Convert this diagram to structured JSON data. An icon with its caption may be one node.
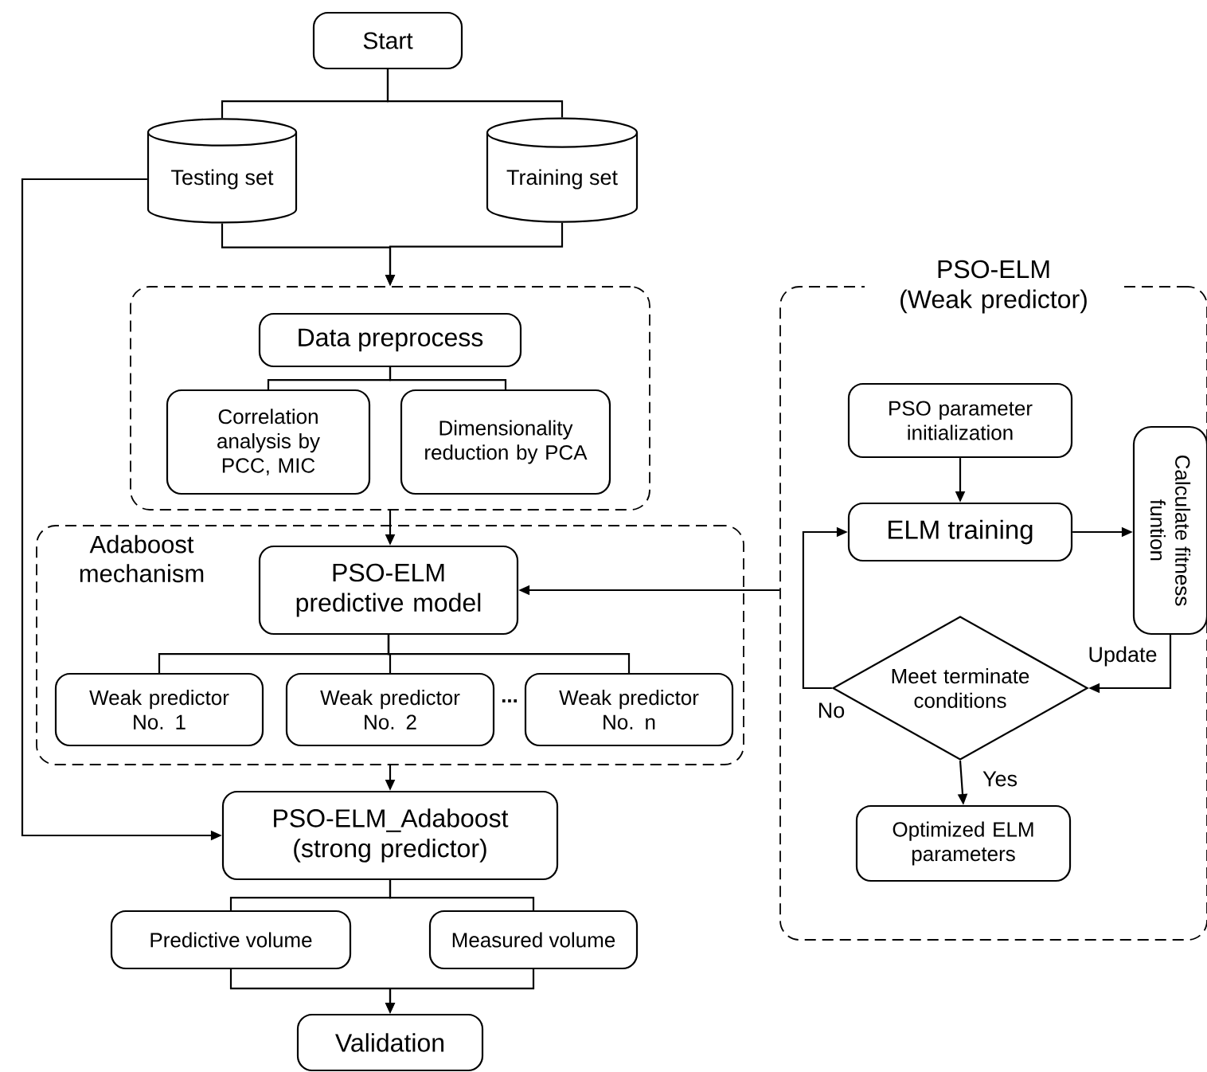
{
  "diagram": {
    "nodes": [
      {
        "text": [
          "Start"
        ]
      },
      {
        "text": [
          "Testing set"
        ]
      },
      {
        "text": [
          "Training set"
        ]
      },
      {
        "text": [],
        "shape": "box"
      },
      {
        "text": [
          "Data preprocess"
        ],
        "in": 3
      },
      {
        "text": [
          "Correlation analysis by PCC, MIC"
        ],
        "in": 3
      },
      {
        "text": [
          "Dimensionality reduction by PCA"
        ],
        "in": 3
      },
      {
        "text": [
          "Adaboost mechanism"
        ]
      },
      {
        "text": [
          "PSO-ELM predictive model"
        ],
        "in": 7
      },
      {
        "text": [
          "Weak predictor No. 1"
        ],
        "in": 7
      },
      {
        "text": [
          "Weak predictor No. 2"
        ],
        "in": 7
      },
      {
        "text": [
          "Weak predictor No. n"
        ],
        "in": 7
      },
      {
        "text": [
          "PSO-ELM (Weak predictor)"
        ]
      },
      {
        "text": [
          "PSO parameter initialization"
        ],
        "in": 12
      },
      {
        "text": [
          "ELM training"
        ],
        "in": 12
      },
      {
        "text": [
          "Calculate fitness funtion"
        ],
        "in": 12
      },
      {
        "text": [
          "Meet terminate conditions"
        ],
        "in": 12
      },
      {
        "text": [
          "Optimized ELM parameters"
        ],
        "in": 12
      },
      {
        "text": [
          "PSO-ELM_Adaboost (strong predictor)"
        ]
      },
      {
        "text": [
          "Predictive volume"
        ]
      },
      {
        "text": [
          "Measured volume"
        ]
      },
      {
        "text": [
          "Validation"
        ]
      }
    ],
    "edges": [
      {
        "from": 0,
        "to": 1,
        "arrow": "none"
      },
      {
        "from": 0,
        "to": 2,
        "arrow": "none"
      },
      {
        "from": 1,
        "to": 3,
        "arrow": "to"
      },
      {
        "from": 2,
        "to": 3,
        "arrow": "to"
      },
      {
        "from": 1,
        "to": 18,
        "arrow": "to"
      },
      {
        "from": 4,
        "to": 5,
        "arrow": "none"
      },
      {
        "from": 4,
        "to": 6,
        "arrow": "none"
      },
      {
        "from": 3,
        "to": 7,
        "arrow": "to"
      },
      {
        "from": 7,
        "to": 18,
        "arrow": "to"
      },
      {
        "from": 12,
        "to": 8,
        "arrow": "to"
      },
      {
        "from": 8,
        "to": 9,
        "arrow": "none"
      },
      {
        "from": 8,
        "to": 10,
        "arrow": "none"
      },
      {
        "from": 8,
        "to": 11,
        "arrow": "none"
      },
      {
        "from": 13,
        "to": 14,
        "arrow": "to"
      },
      {
        "from": 14,
        "to": 15,
        "arrow": "to"
      },
      {
        "from": 15,
        "to": 16,
        "arrow": "to",
        "label": "Update"
      },
      {
        "from": 16,
        "to": 14,
        "arrow": "to",
        "label": "No"
      },
      {
        "from": 16,
        "to": 17,
        "arrow": "to",
        "label": "Yes"
      },
      {
        "from": 18,
        "to": 19,
        "arrow": "none"
      },
      {
        "from": 18,
        "to": 20,
        "arrow": "none"
      },
      {
        "from": 19,
        "to": 21,
        "arrow": "to"
      },
      {
        "from": 20,
        "to": 21,
        "arrow": "to"
      }
    ],
    "labels": [
      "..."
    ]
  }
}
